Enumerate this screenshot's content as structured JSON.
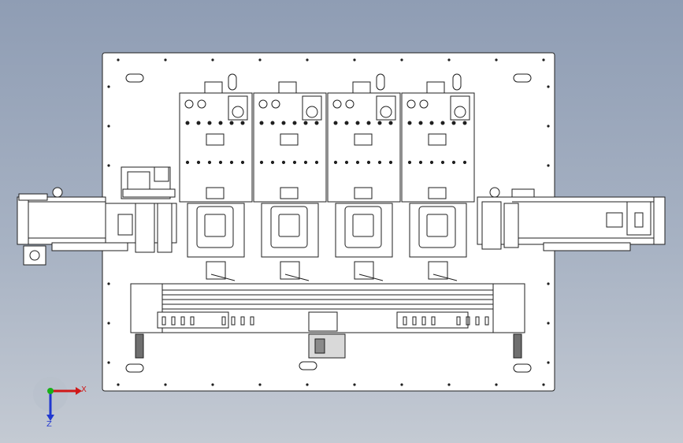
{
  "view": {
    "background_top": "#8f9db4",
    "background_bottom": "#c4cad3",
    "line_color": "#1f1f1f",
    "plate_fill": "#ffffff"
  },
  "triad": {
    "x_label": "X",
    "z_label": "Z",
    "x_color": "#d01818",
    "y_color": "#18b018",
    "z_color": "#2038d0"
  },
  "modules": [
    "module-1",
    "module-2",
    "module-3",
    "module-4"
  ]
}
